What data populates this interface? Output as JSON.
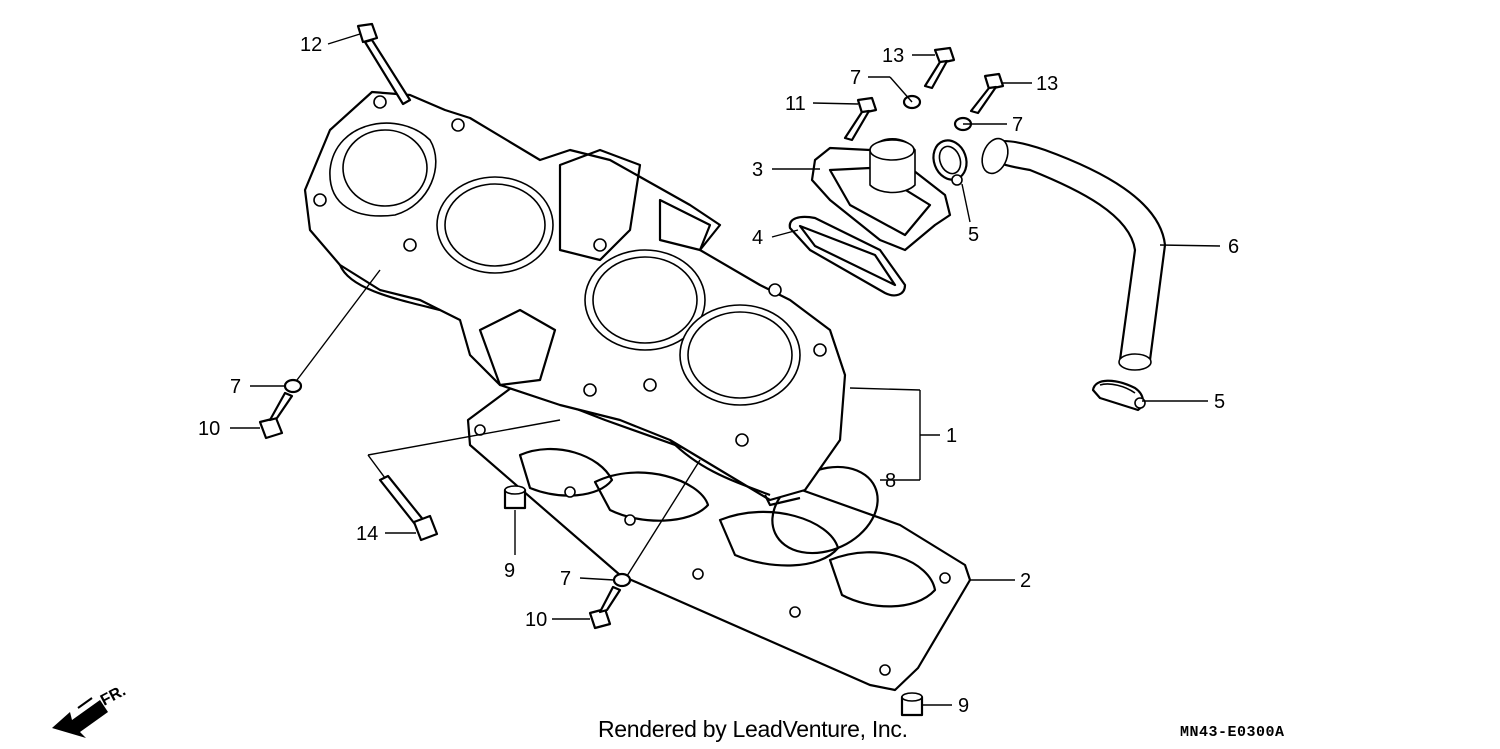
{
  "diagram": {
    "callouts": [
      {
        "id": "1",
        "label": "1"
      },
      {
        "id": "2",
        "label": "2"
      },
      {
        "id": "3",
        "label": "3"
      },
      {
        "id": "4",
        "label": "4"
      },
      {
        "id": "5a",
        "label": "5"
      },
      {
        "id": "5b",
        "label": "5"
      },
      {
        "id": "6",
        "label": "6"
      },
      {
        "id": "7a",
        "label": "7"
      },
      {
        "id": "7b",
        "label": "7"
      },
      {
        "id": "7c",
        "label": "7"
      },
      {
        "id": "7d",
        "label": "7"
      },
      {
        "id": "8",
        "label": "8"
      },
      {
        "id": "9a",
        "label": "9"
      },
      {
        "id": "9b",
        "label": "9"
      },
      {
        "id": "10a",
        "label": "10"
      },
      {
        "id": "10b",
        "label": "10"
      },
      {
        "id": "11",
        "label": "11"
      },
      {
        "id": "12",
        "label": "12"
      },
      {
        "id": "13a",
        "label": "13"
      },
      {
        "id": "13b",
        "label": "13"
      },
      {
        "id": "14",
        "label": "14"
      }
    ],
    "front_marker": "FR.",
    "credit": "Rendered by LeadVenture, Inc.",
    "diagram_code": "MN43-E0300A"
  }
}
